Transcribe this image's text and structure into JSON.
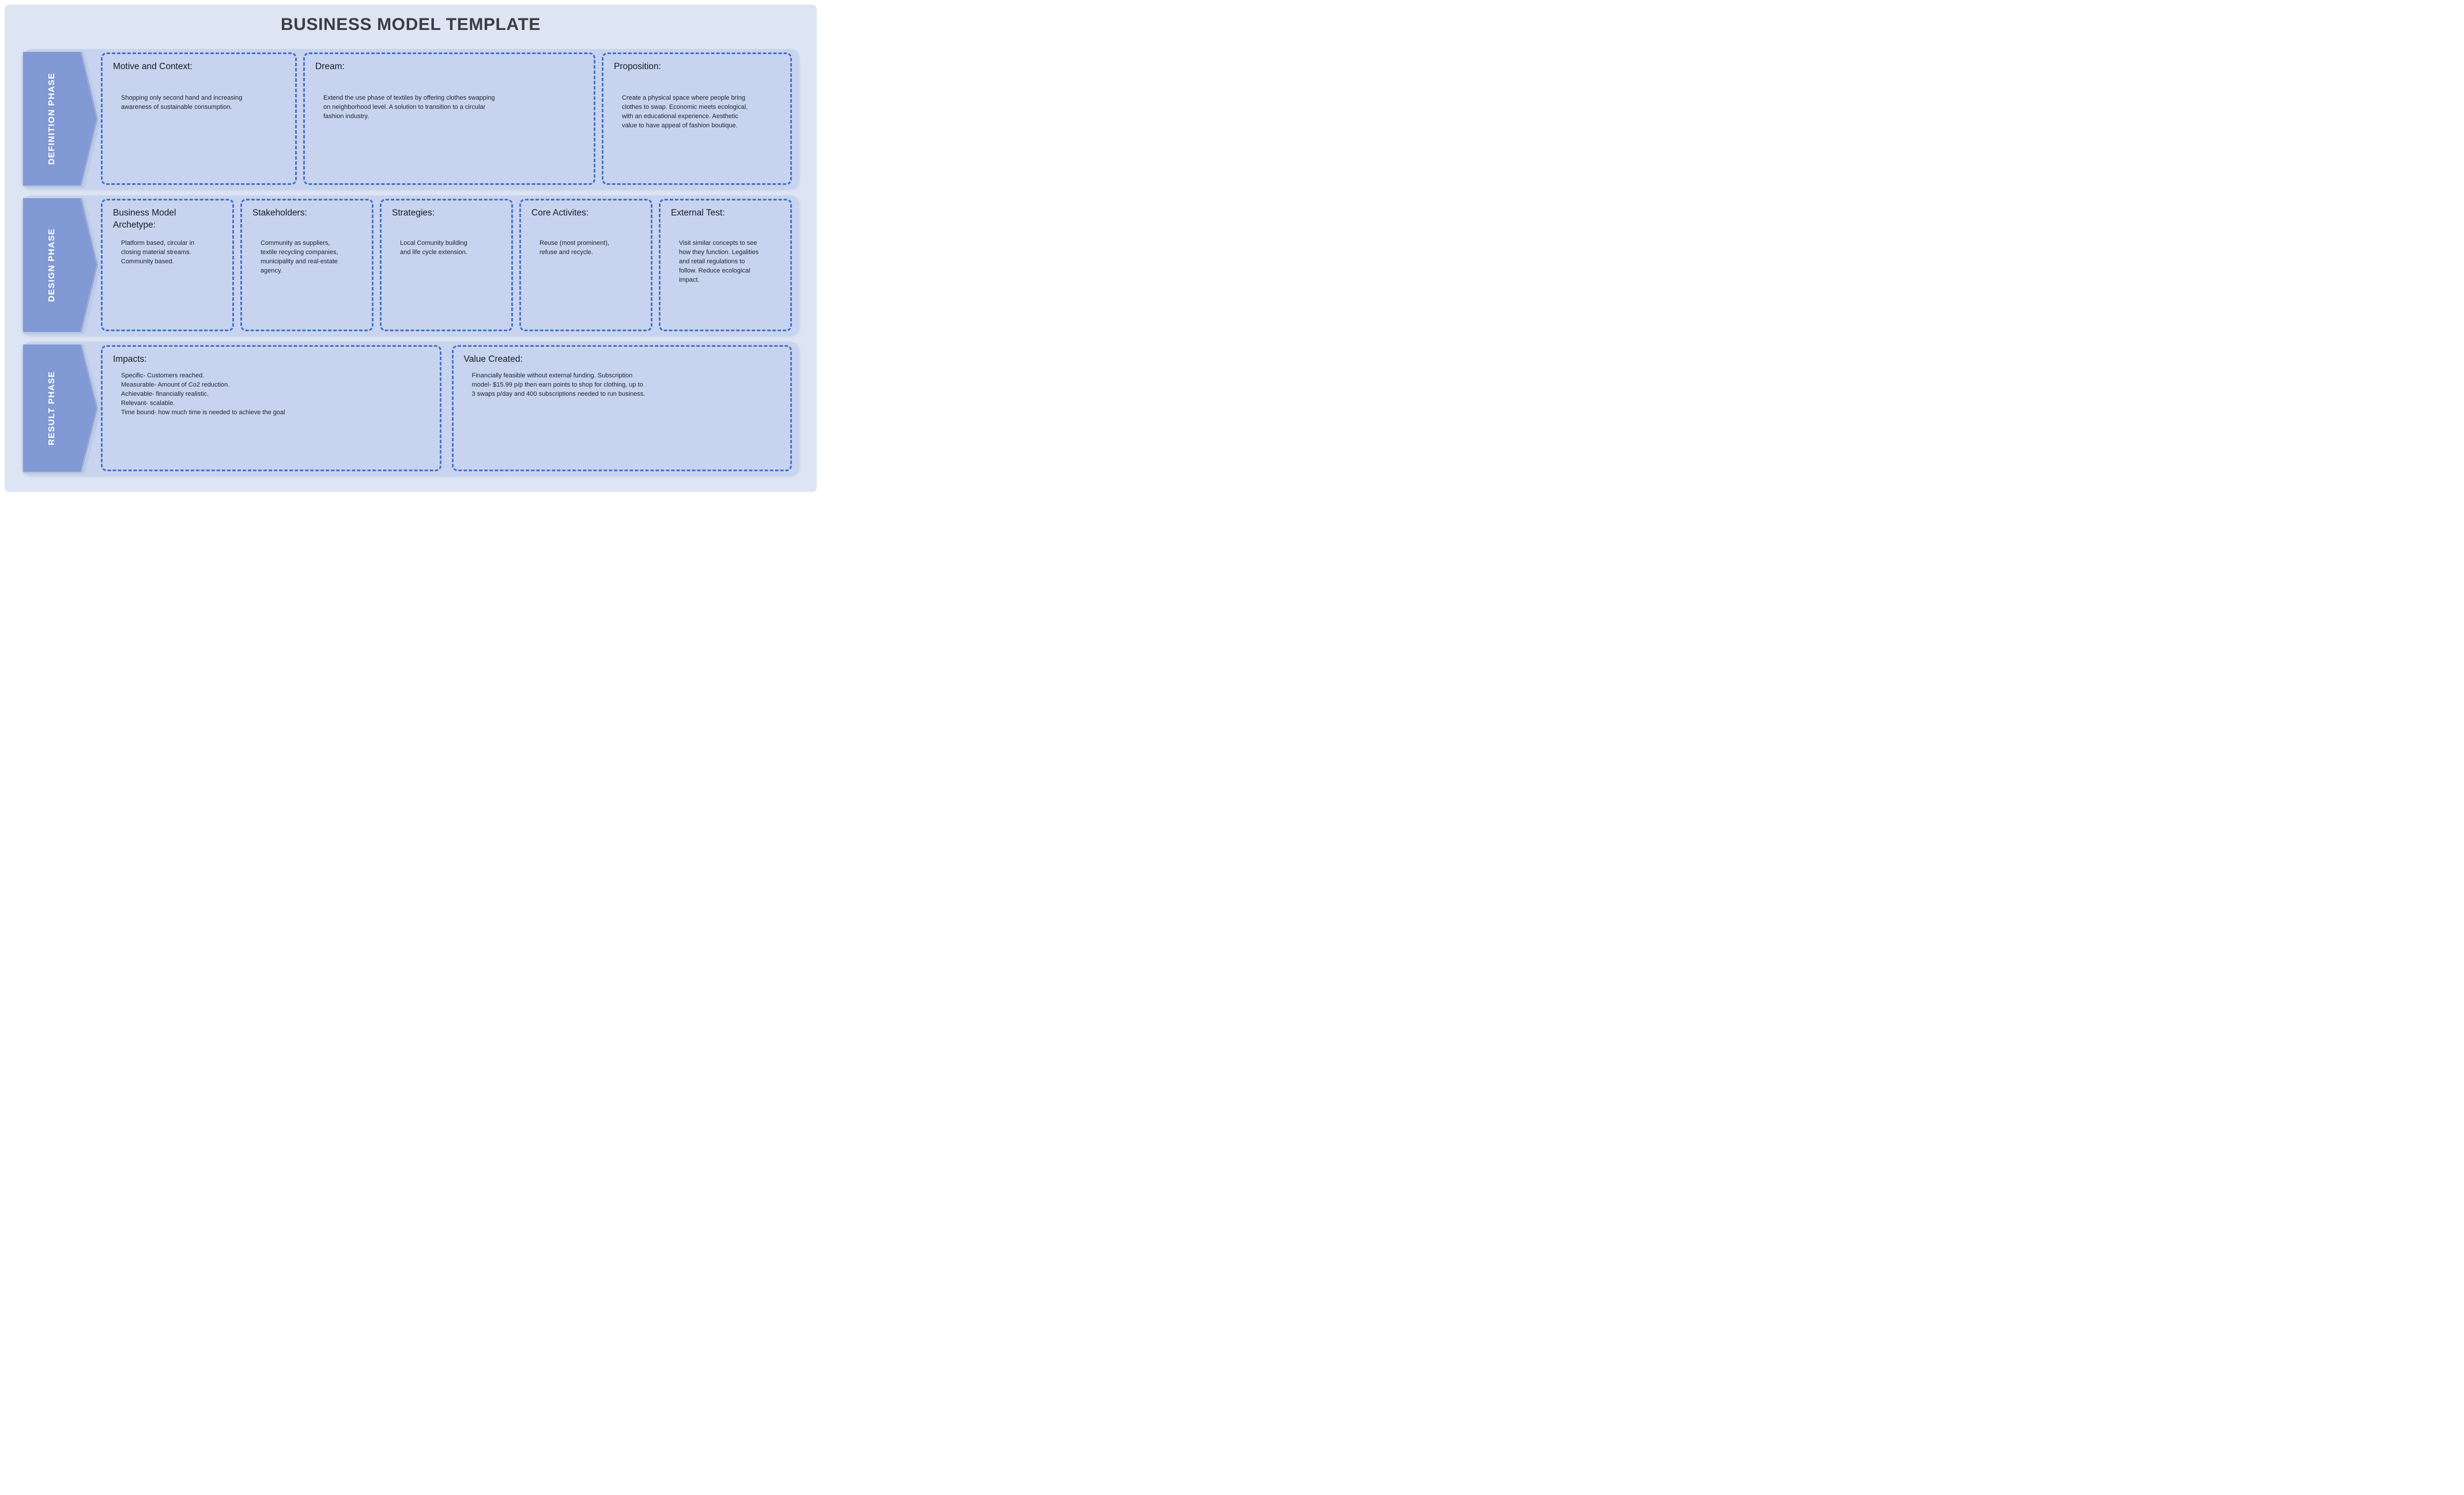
{
  "title": "BUSINESS MODEL TEMPLATE",
  "colors": {
    "page_background": "#ffffff",
    "panel_background": "#dde5f4",
    "band_background": "#c8d4ef",
    "dashed_border": "#4673c9",
    "arrow_main": "#8199d4",
    "arrow_bevel": "#9dabd6",
    "arrow_back": "#bfcce9",
    "phase_label_text": "#ffffff",
    "title_text": "#393d44",
    "body_text": "#20242c"
  },
  "phases": [
    {
      "label": "DEFINITION PHASE",
      "boxes": [
        {
          "heading": "Motive and Context:",
          "body": "Shopping only second hand and increasing\nawareness of sustainable consumption."
        },
        {
          "heading": "Dream:",
          "body": "Extend the use phase of textiles by offering clothes swapping\non neighborhood level. A solution to transition to a circular\nfashion industry."
        },
        {
          "heading": "Proposition:",
          "body": "Create a physical space where people bring\nclothes to swap. Economic meets ecological,\nwith an educational experience. Aesthetic\nvalue to have appeal of fashion boutique."
        }
      ]
    },
    {
      "label": "DESIGN PHASE",
      "boxes": [
        {
          "heading": "Business Model\nArchetype:",
          "body": "Platform based, circular in\nclosing material streams.\nCommunity based."
        },
        {
          "heading": "Stakeholders:",
          "body": "Community as suppliers,\ntextile recycling companies,\nmunicipality and real-estate\nagency."
        },
        {
          "heading": "Strategies:",
          "body": "Local Comunity building\nand life cycle extension."
        },
        {
          "heading": "Core Activites:",
          "body": "Reuse (most prominent),\nrefuse and recycle."
        },
        {
          "heading": "External Test:",
          "body": "Visit similar concepts to see\nhow they function. Legalities\nand retail regulations to\nfollow. Reduce ecological\nimpact."
        }
      ]
    },
    {
      "label": "RESULT PHASE",
      "boxes": [
        {
          "heading": "Impacts:",
          "body": "Specific- Customers reached.\nMeasurable- Amount of Co2 reduction.\nAchievable- financially realistic.\nRelevant- scalable.\nTime bound- how much time is needed to achieve the goal"
        },
        {
          "heading": "Value Created:",
          "body": "Financially feasible without external funding. Subscription\nmodel- $15.99 p/p then earn points to shop for clothing, up to\n3 swaps p/day and 400 subscriptions needed to run business."
        }
      ]
    }
  ]
}
